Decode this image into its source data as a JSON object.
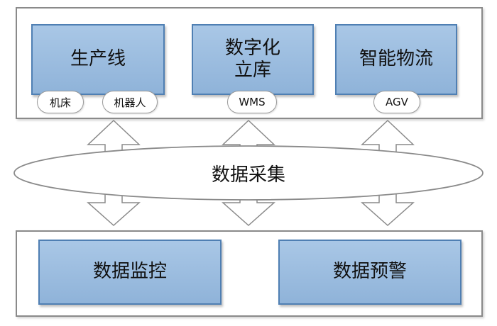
{
  "top_modules": [
    {
      "label": "生产线",
      "tags": [
        "机床",
        "机器人"
      ]
    },
    {
      "label": "数字化\n立库",
      "tags": [
        "WMS"
      ]
    },
    {
      "label": "智能物流",
      "tags": [
        "AGV"
      ]
    }
  ],
  "center": {
    "label": "数据采集"
  },
  "bottom_modules": [
    {
      "label": "数据监控"
    },
    {
      "label": "数据预警"
    }
  ],
  "colors": {
    "box_fill": "#9fbfe2",
    "box_border": "#4f7fb3",
    "panel_border": "#8a8a8a"
  }
}
